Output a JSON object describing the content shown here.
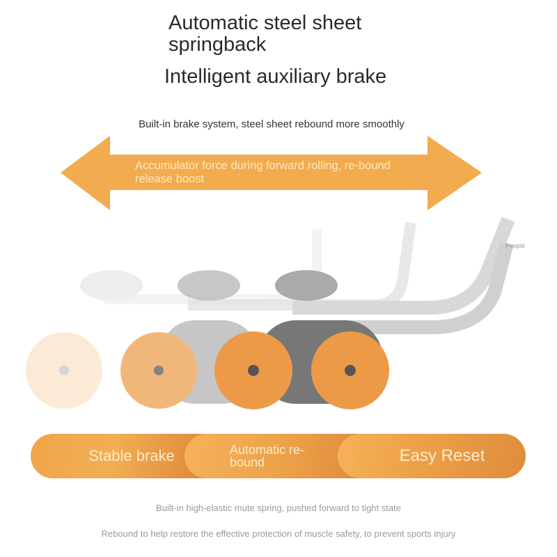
{
  "heading": {
    "line1": "Automatic steel sheet",
    "line2": "springback",
    "line3": "Intelligent auxiliary brake"
  },
  "subtitle": "Built-in brake system, steel sheet rebound more smoothly",
  "arrow": {
    "text": "Accumulator force during forward rolling, re-bound release boost",
    "color": "#f2ab4e"
  },
  "product_label": "People",
  "features": [
    {
      "label": "Stable brake"
    },
    {
      "label": "Automatic re-bound"
    },
    {
      "label": "Easy Reset"
    }
  ],
  "footer": {
    "line1": "Built-in high-elastic mute spring, pushed forward to tight state",
    "line2": "Rebound to help restore the effective protection of muscle safety, to prevent sports injury"
  }
}
